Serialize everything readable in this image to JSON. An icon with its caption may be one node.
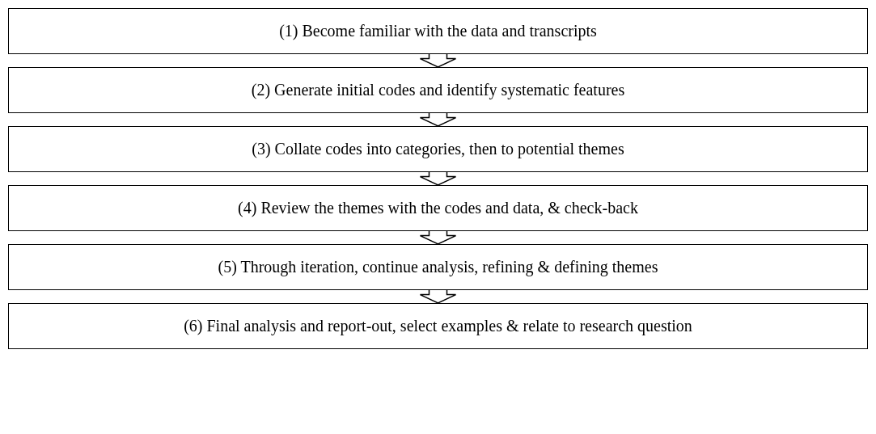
{
  "diagram": {
    "nodes": [
      {
        "text": [
          "(1) Become familiar with the data and transcripts"
        ]
      },
      {
        "text": [
          "(2) Generate initial codes and identify systematic features"
        ]
      },
      {
        "text": [
          "(3) Collate codes into categories, then to potential themes"
        ]
      },
      {
        "text": [
          "(4) Review the themes with the codes and data, & check-back"
        ]
      },
      {
        "text": [
          "(5) Through iteration, continue analysis, refining & defining themes"
        ]
      },
      {
        "text": [
          "(6) Final analysis and report-out, select examples & relate to research question"
        ]
      }
    ],
    "edges": [
      {
        "from": 0,
        "to": 1,
        "arrow": "to"
      },
      {
        "from": 1,
        "to": 2,
        "arrow": "to"
      },
      {
        "from": 2,
        "to": 3,
        "arrow": "to"
      },
      {
        "from": 3,
        "to": 4,
        "arrow": "to"
      },
      {
        "from": 4,
        "to": 5,
        "arrow": "to"
      }
    ]
  }
}
